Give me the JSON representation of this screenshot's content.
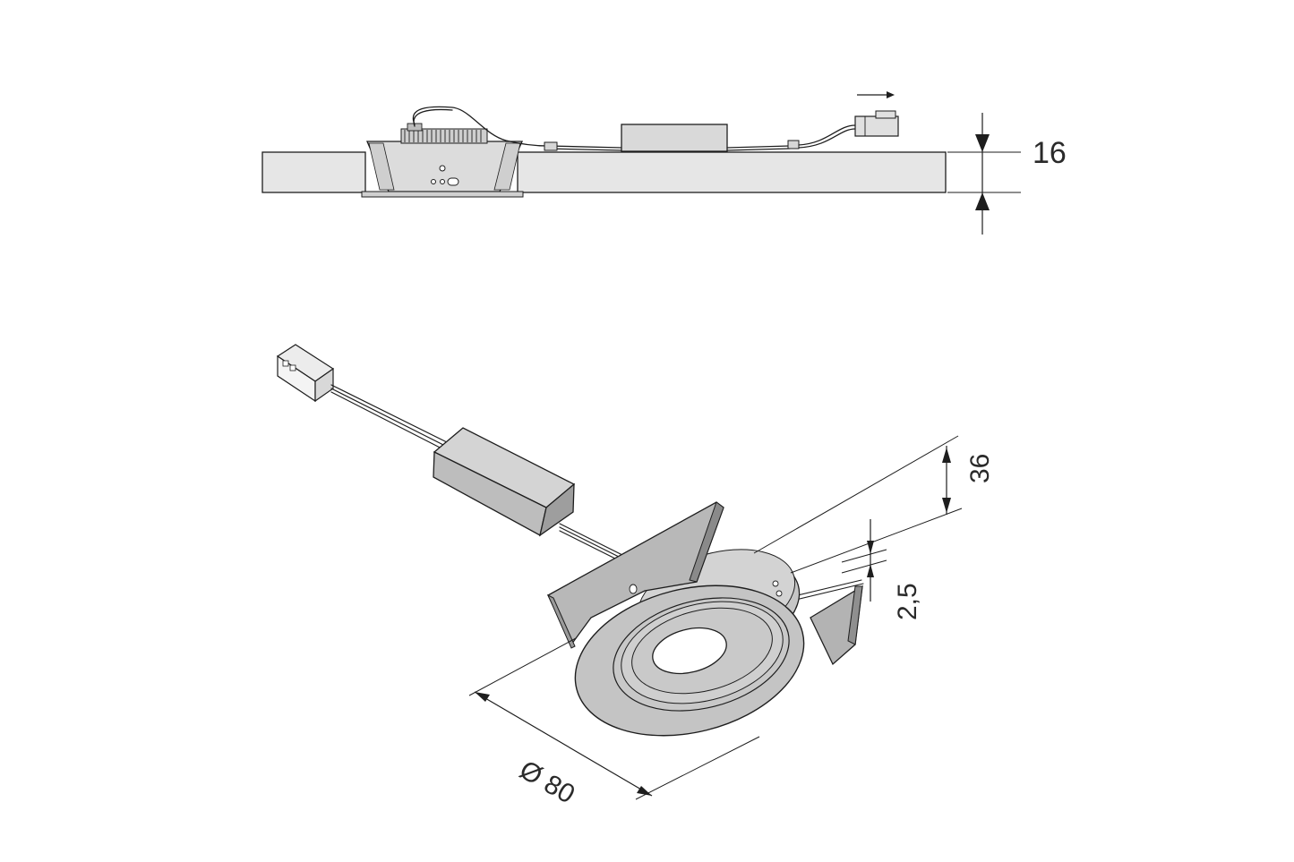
{
  "dimensions": {
    "thickness": "16",
    "height": "36",
    "flange": "2,5",
    "diameter": "Ø 80"
  },
  "colors": {
    "line": "#1e1e1e",
    "panel_fill": "#e6e6e6",
    "part_fill": "#cfcfcf",
    "part_dark": "#a9a9a9",
    "background": "#ffffff"
  },
  "icons": {
    "direction": "arrow-right-icon"
  }
}
